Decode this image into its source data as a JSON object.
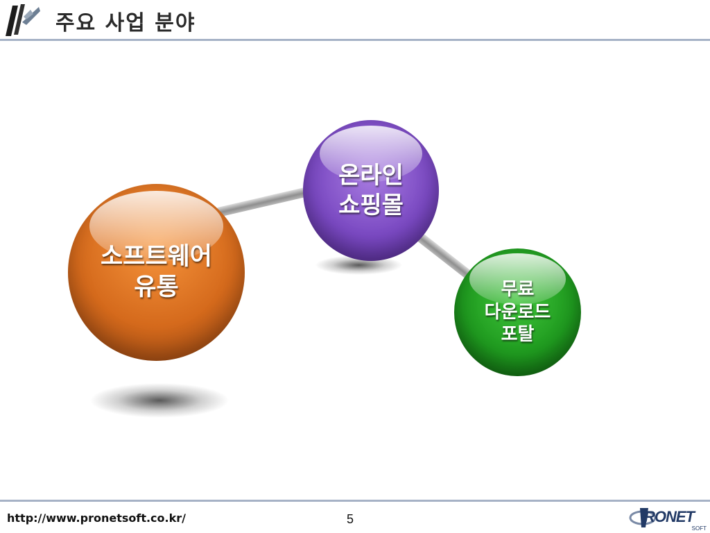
{
  "slide": {
    "title": "주요 사업 분야",
    "page_number": "5",
    "url": "http://www.pronetsoft.co.kr/",
    "brand": {
      "name": "RONET",
      "sub": "SOFT"
    }
  },
  "bubbles": [
    {
      "label": "소프트웨어\n유통",
      "color": "#e07a28"
    },
    {
      "label": "온라인\n쇼핑몰",
      "color": "#8a5acb"
    },
    {
      "label": "무료\n다운로드\n포탈",
      "color": "#2aa82a"
    }
  ],
  "colors": {
    "rule": "#a6b2c6",
    "brand": "#223a66"
  }
}
